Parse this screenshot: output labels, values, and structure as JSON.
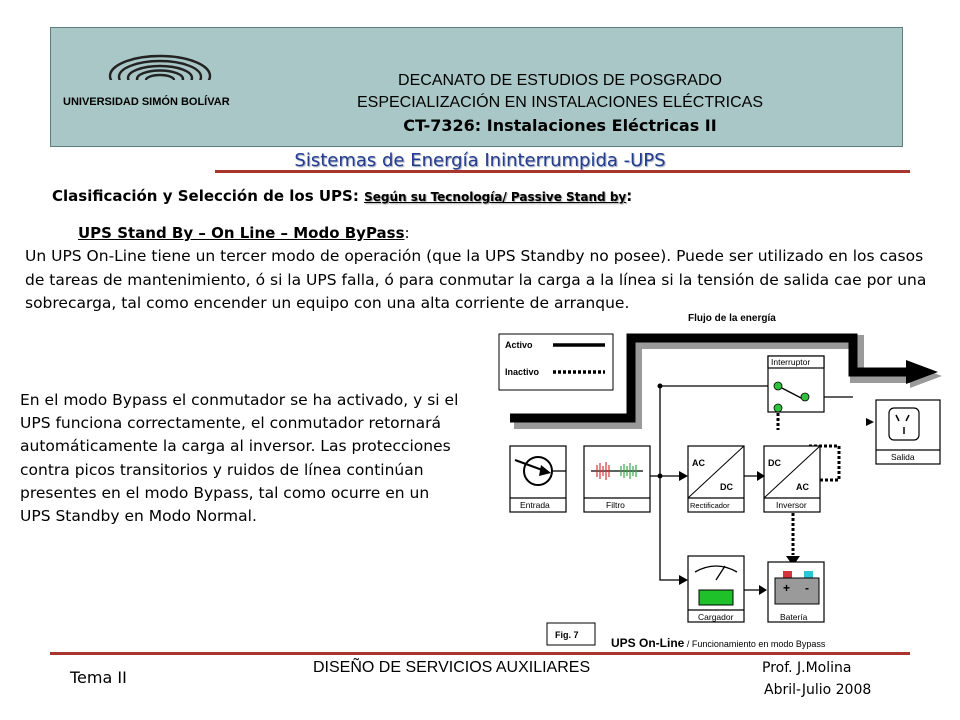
{
  "header": {
    "university": "UNIVERSIDAD SIMÓN BOLÍVAR",
    "line1": "DECANATO DE ESTUDIOS DE POSGRADO",
    "line2": "ESPECIALIZACIÓN EN INSTALACIONES ELÉCTRICAS",
    "line3": "CT-7326: Instalaciones Eléctricas II"
  },
  "slide_title": "Sistemas de Energía Ininterrumpida -UPS",
  "classification": {
    "label": "Clasificación y Selección de los UPS",
    "sep": ": ",
    "sub": "Según su Tecnología/ Passive Stand by",
    "end": ":"
  },
  "mode_title": {
    "text": "UPS Stand By – On Line – Modo ByPass",
    "colon": ":"
  },
  "paragraph1": "Un UPS On-Line tiene un tercer modo de operación (que la UPS Standby no posee). Puede ser utilizado en los casos de tareas de mantenimiento, ó si la UPS falla, ó para conmutar la carga a la línea si la tensión de salida cae por una sobrecarga, tal como encender un equipo con una alta  corriente de arranque.",
  "paragraph2": "En el modo Bypass el conmutador se ha activado, y si el UPS funciona correctamente, el conmutador retornará automáticamente la carga al inversor. Las protecciones contra picos transitorios y ruidos de línea continúan presentes en el modo Bypass, tal como ocurre en un UPS Standby en Modo Normal.",
  "diagram": {
    "flow_label": "Flujo de la energía",
    "legend_active": "Activo",
    "legend_inactive": "Inactivo",
    "interruptor": "Interruptor",
    "salida": "Salida",
    "entrada": "Entrada",
    "filtro": "Filtro",
    "rectificador": "Rectificador",
    "inversor": "Inversor",
    "cargador": "Cargador",
    "bateria": "Batería",
    "ac": "AC",
    "dc": "DC",
    "plus": "+",
    "minus": "-",
    "fig": "Fig. 7",
    "caption_bold": "UPS On-Line",
    "caption_rest": " / Funcionamiento en modo Bypass"
  },
  "footer": {
    "tema": "Tema II",
    "course": "DISEÑO DE SERVICIOS AUXILIARES",
    "prof": "Prof. J.Molina",
    "date": "Abril-Julio  2008"
  }
}
